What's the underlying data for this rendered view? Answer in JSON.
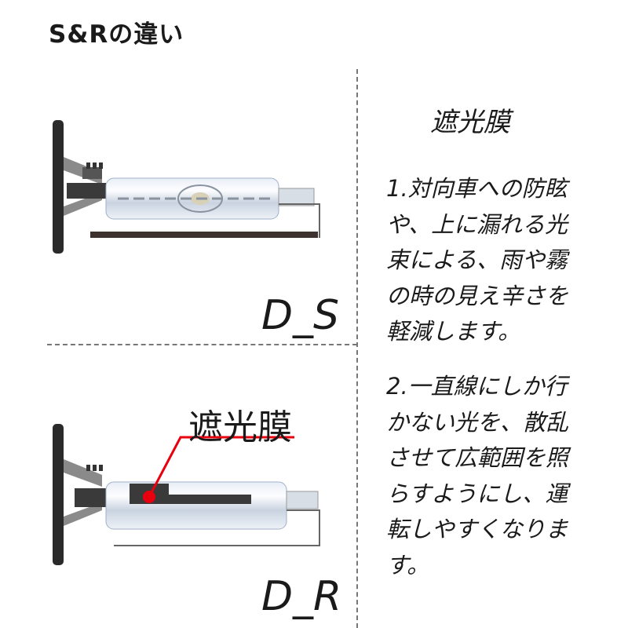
{
  "title": "S&Rの違い",
  "right_panel": {
    "heading": "遮光膜",
    "point1_lines": [
      "1.対向車への防眩",
      "や、上に漏れる光",
      "束による、雨や霧",
      "の時の見え辛さを",
      "軽減します。"
    ],
    "point2_lines": [
      "2.一直線にしか行",
      "かない光を、散乱",
      "させて広範囲を照",
      "らすようにし、運",
      "転しやすくなりま",
      "す。"
    ]
  },
  "bulbs": {
    "s_label": "D_S",
    "r_label": "D_R",
    "callout_label": "遮光膜"
  },
  "colors": {
    "callout": "#e8000f",
    "text": "#1a1a1a"
  }
}
